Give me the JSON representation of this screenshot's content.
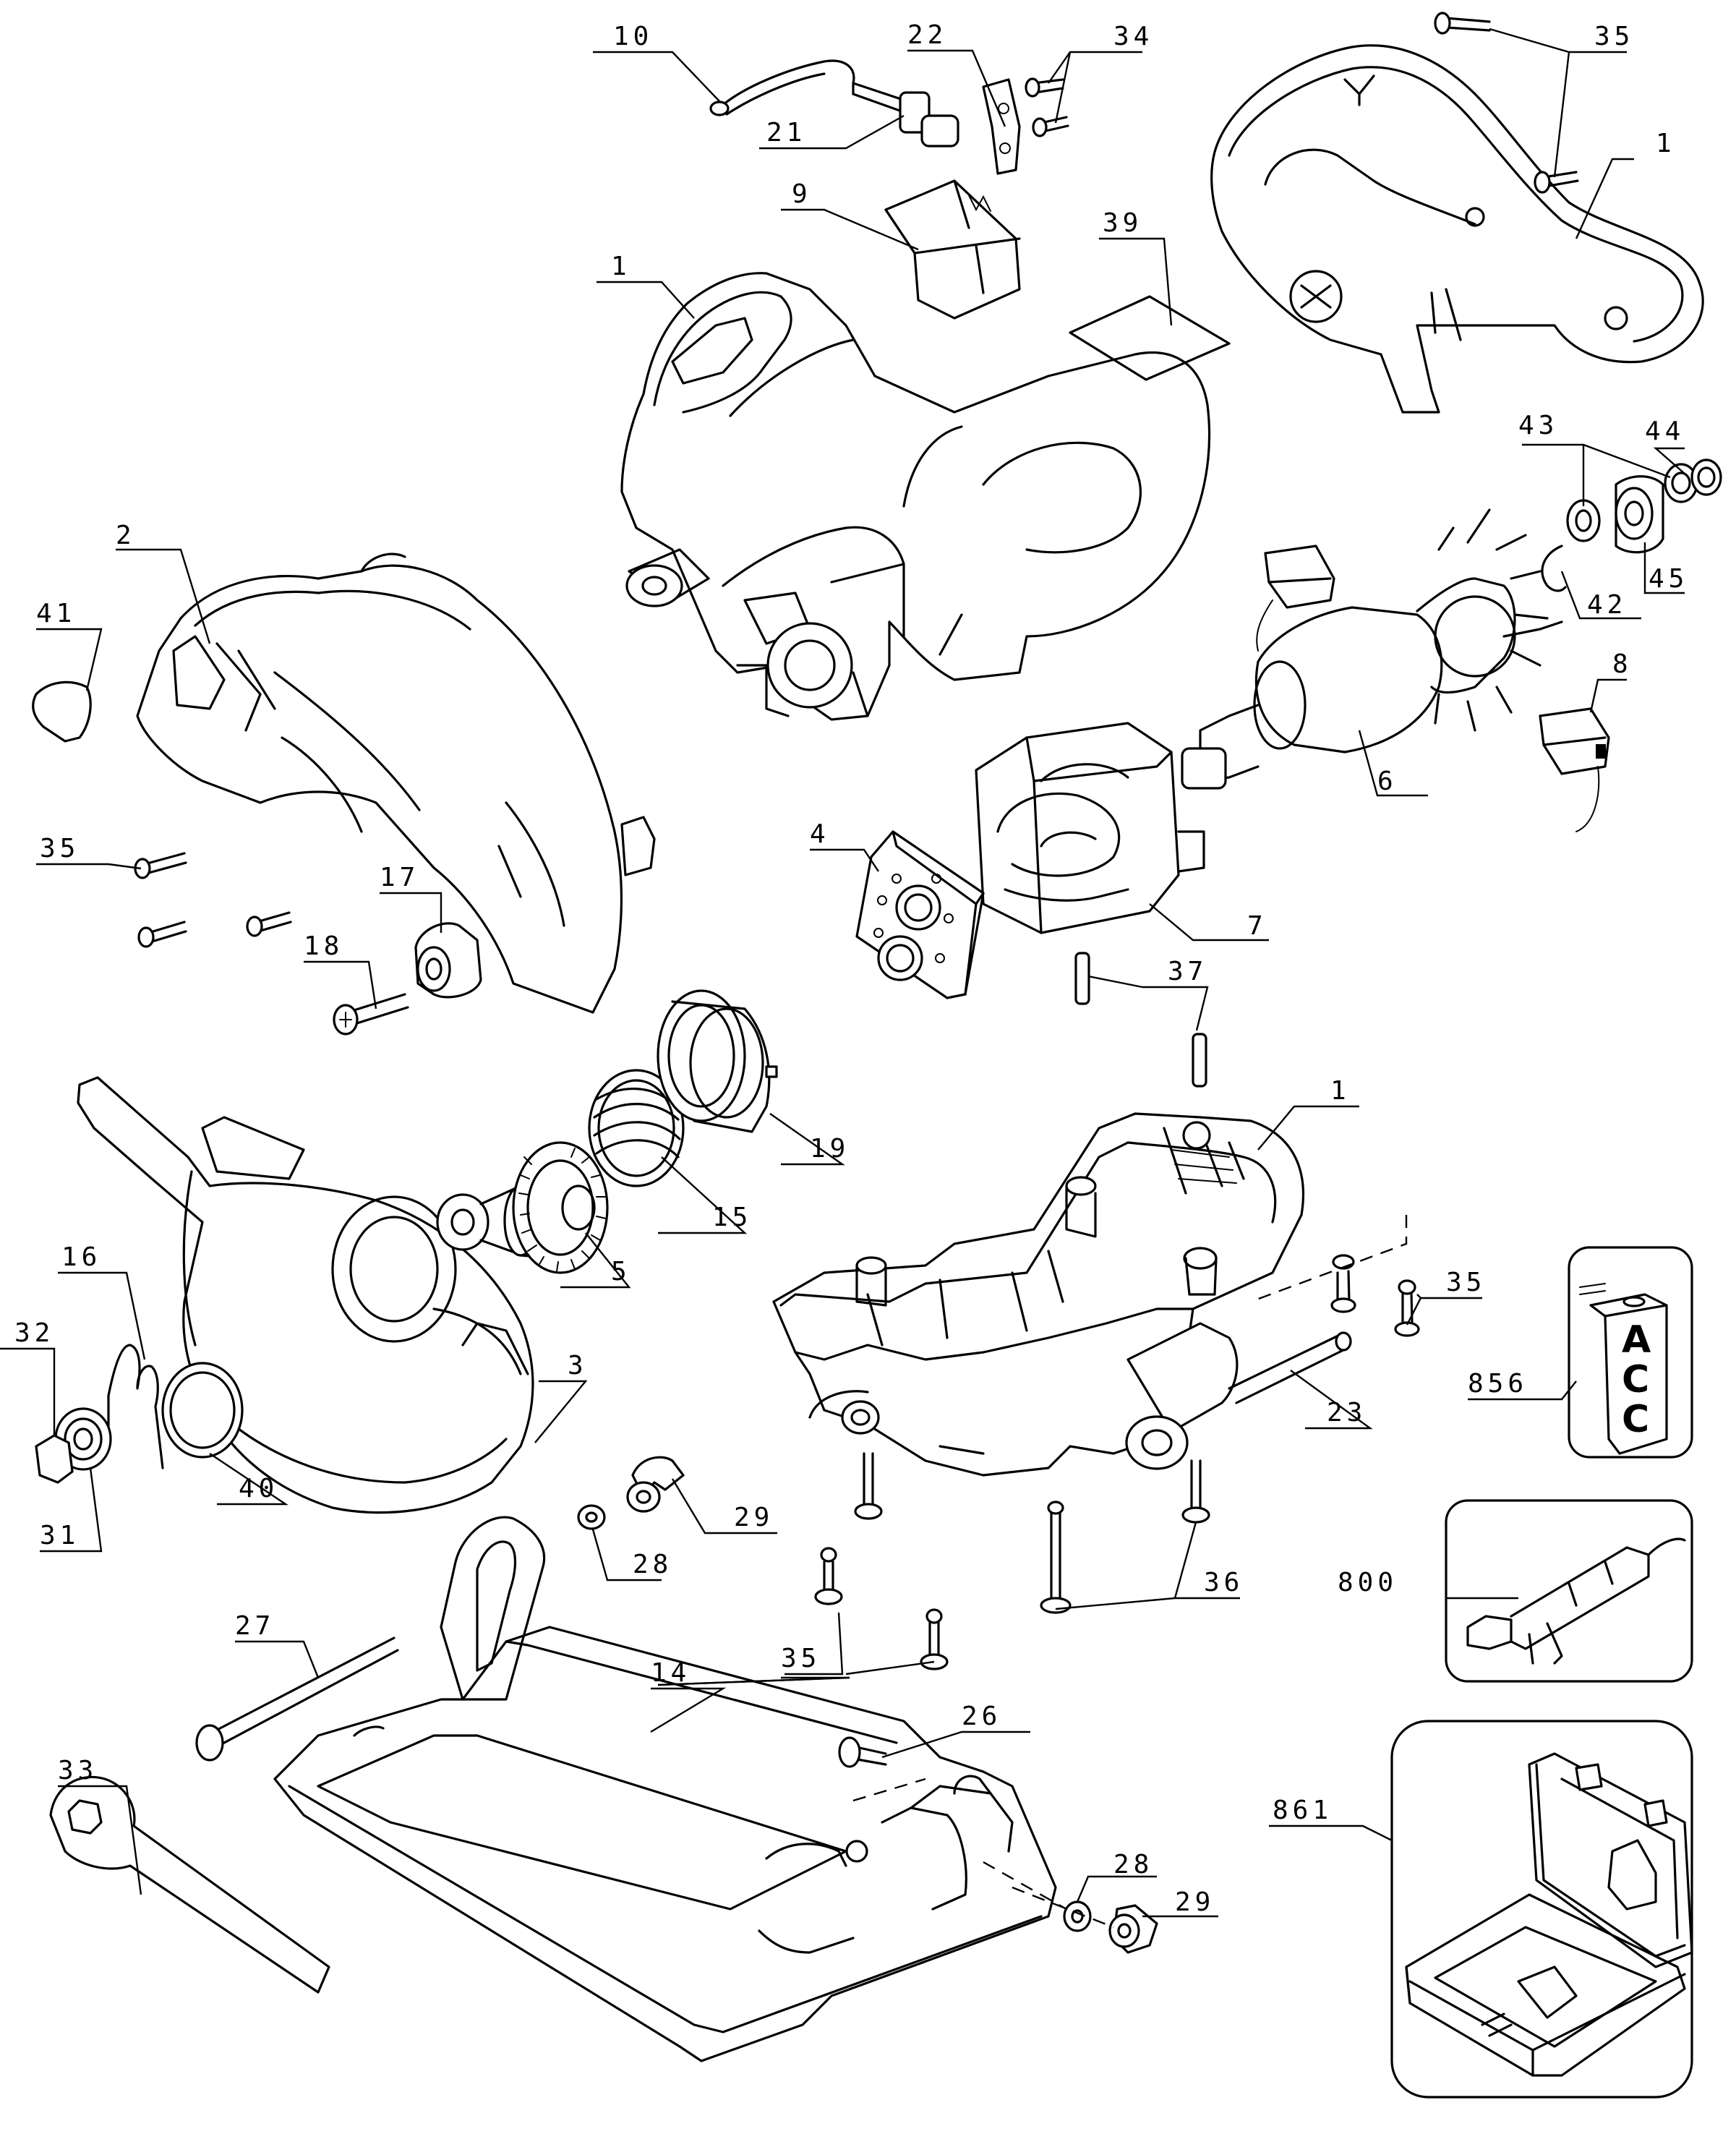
{
  "labels": {
    "p10": "10",
    "p21": "21",
    "p22": "22",
    "p34": "34",
    "p35a": "35",
    "p1a": "1",
    "p9": "9",
    "p39": "39",
    "p1b": "1",
    "p44": "44",
    "p43": "43",
    "p45": "45",
    "p42": "42",
    "p2": "2",
    "p41": "41",
    "p8": "8",
    "p6": "6",
    "p4": "4",
    "p35b": "35",
    "p17": "17",
    "p18": "18",
    "p7": "7",
    "p37": "37",
    "p19": "19",
    "p1c": "1",
    "p15": "15",
    "p5": "5",
    "p16": "16",
    "p35c": "35",
    "p32": "32",
    "p3": "3",
    "p856": "856",
    "p23": "23",
    "p40": "40",
    "p31": "31",
    "p29a": "29",
    "p28a": "28",
    "p36": "36",
    "p800": "800",
    "p27": "27",
    "p14": "14",
    "p35d": "35",
    "p26": "26",
    "p33": "33",
    "p861": "861",
    "p28b": "28",
    "p29b": "29"
  },
  "insets": {
    "acc_letters": [
      "A",
      "C",
      "C"
    ]
  }
}
